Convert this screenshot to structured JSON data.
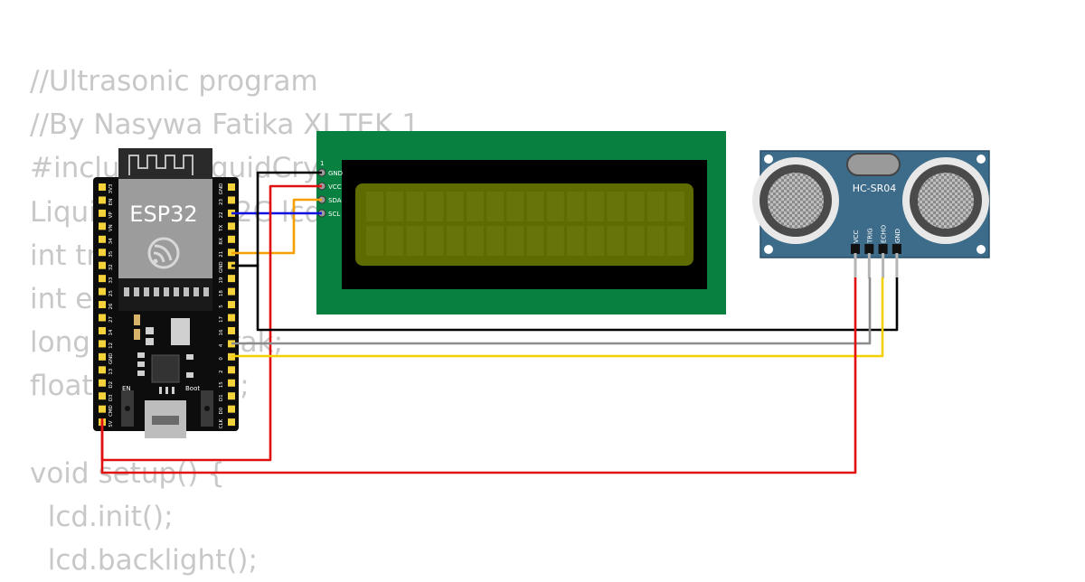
{
  "code_lines": [
    "//Ultrasonic program",
    "//By Nasywa Fatika XI TEK 1",
    "#include <LiquidCrystal_I2C.h>",
    "LiquidCrystal_I2C lcd(0x27,16,2);",
    "int trig = 5;",
    "int echo = 18;",
    "long durasi, jarak;",
    "float v = 0.034;",
    "",
    "void setup() {",
    "  lcd.init();",
    "  lcd.backlight();"
  ],
  "esp32": {
    "label": "ESP32",
    "button_en": "EN",
    "button_boot": "Boot",
    "left_pins": [
      "3V3",
      "EN",
      "VP",
      "VN",
      "34",
      "35",
      "32",
      "33",
      "25",
      "26",
      "27",
      "14",
      "12",
      "GND",
      "13",
      "D2",
      "D3",
      "CMD",
      "5V"
    ],
    "right_pins": [
      "GND",
      "23",
      "22",
      "TX",
      "RX",
      "21",
      "GND",
      "19",
      "18",
      "5",
      "17",
      "16",
      "4",
      "0",
      "2",
      "15",
      "D1",
      "D0",
      "CLK"
    ]
  },
  "lcd": {
    "pin_number": "1",
    "pins": [
      "GND",
      "VCC",
      "SDA",
      "SCL"
    ],
    "colors": {
      "frame": "#08803f",
      "panel": "#000000",
      "screen": "#5e6b00"
    }
  },
  "sensor": {
    "label": "HC-SR04",
    "pins": [
      "VCC",
      "TRIG",
      "ECHO",
      "GND"
    ],
    "board_color": "#3d6b8a"
  },
  "wire_colors": {
    "gnd": "#000000",
    "vcc": "#e01010",
    "sda": "#f5a000",
    "scl": "#1010e0",
    "trig": "#8c8c8c",
    "echo": "#f5d000"
  }
}
